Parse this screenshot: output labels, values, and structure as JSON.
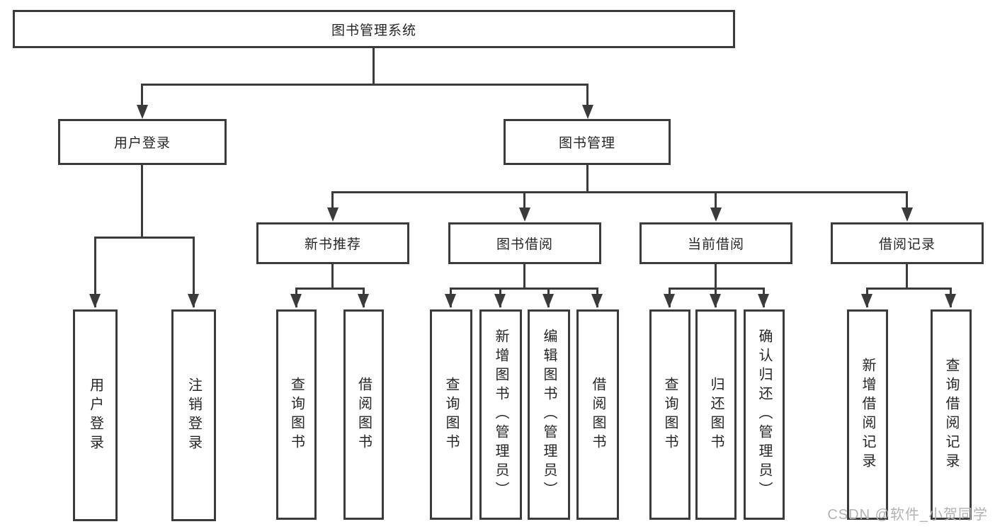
{
  "colors": {
    "line": "#3b3b3b",
    "text": "#262626",
    "background": "#ffffff",
    "watermark": "#b2b2b2"
  },
  "watermark": "CSDN @软件_小贺同学",
  "tree": {
    "label": "图书管理系统",
    "children": [
      {
        "label": "用户登录",
        "children": [
          {
            "label": "用户登录"
          },
          {
            "label": "注销登录"
          }
        ]
      },
      {
        "label": "图书管理",
        "children": [
          {
            "label": "新书推荐",
            "children": [
              {
                "label": "查询图书"
              },
              {
                "label": "借阅图书"
              }
            ]
          },
          {
            "label": "图书借阅",
            "children": [
              {
                "label": "查询图书"
              },
              {
                "label": "新增图书（管理员）"
              },
              {
                "label": "编辑图书（管理员）"
              },
              {
                "label": "借阅图书"
              }
            ]
          },
          {
            "label": "当前借阅",
            "children": [
              {
                "label": "查询图书"
              },
              {
                "label": "归还图书"
              },
              {
                "label": "确认归还（管理员）"
              }
            ]
          },
          {
            "label": "借阅记录",
            "children": [
              {
                "label": "新增借阅记录"
              },
              {
                "label": "查询借阅记录"
              }
            ]
          }
        ]
      }
    ]
  }
}
